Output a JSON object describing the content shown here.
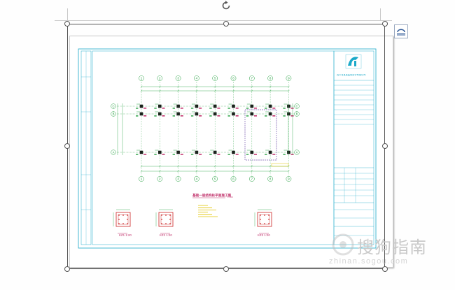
{
  "editor": {
    "layout_options_icon": "layout-options-icon",
    "rotate_icon": "rotate-handle-icon",
    "colors": {
      "frame": "#555555",
      "guide": "#c9c9c9",
      "icon_blue": "#2b5797"
    }
  },
  "drawing": {
    "plan_title": "基础一层结构柱平面施工图",
    "plan_scale": "1:100",
    "grid_top": [
      "1",
      "2",
      "3",
      "4",
      "5",
      "6",
      "7",
      "8",
      "9"
    ],
    "grid_bottom": [
      "1",
      "2",
      "3",
      "4",
      "5",
      "6",
      "7",
      "8",
      "9"
    ],
    "grid_left": [
      "C",
      "B",
      "A"
    ],
    "grid_right": [
      "C",
      "B",
      "A"
    ],
    "details": [
      "KZ1 1:20",
      "KZ2 1:20",
      "KZ3 1:20"
    ],
    "title_block_company": "四川省某某建筑设计有限公司",
    "colors": {
      "cyan": "#1aa9c9",
      "magenta": "#c0306a",
      "green": "#1f9e3b",
      "yellow": "#e0c400",
      "purple": "#7a5fb0",
      "red": "#d03a3a"
    }
  },
  "watermark": {
    "main": "搜狗指南",
    "sub": "zhinan.sogou.com"
  }
}
